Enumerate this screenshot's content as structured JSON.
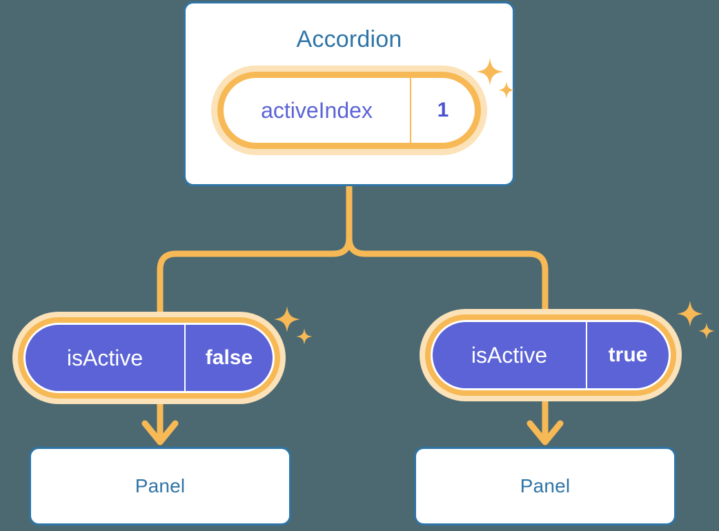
{
  "theme": {
    "background": "#4c6972",
    "card_bg": "#ffffff",
    "card_border": "#2e74a6",
    "title_color": "#2e74a6",
    "accent_orange": "#f7b955",
    "glow_peach": "#fbe2b8",
    "purple": "#5b63d6",
    "purple_text": "#4a52cf",
    "white": "#ffffff"
  },
  "diagram": {
    "type": "component-tree",
    "root": {
      "title": "Accordion",
      "state_badge": {
        "key": "activeIndex",
        "value": "1",
        "style": "white-pill-orange-ring",
        "sparkle": true
      }
    },
    "children": [
      {
        "prop_badge": {
          "key": "isActive",
          "value": "false",
          "style": "purple-pill-orange-ring",
          "sparkle": true
        },
        "component": {
          "title": "Panel"
        }
      },
      {
        "prop_badge": {
          "key": "isActive",
          "value": "true",
          "style": "purple-pill-orange-ring",
          "sparkle": true
        },
        "component": {
          "title": "Panel"
        }
      }
    ],
    "connectors": {
      "style": "rounded-elbow-tree",
      "color": "#f7b955",
      "arrowheads": "down-chevron"
    }
  }
}
